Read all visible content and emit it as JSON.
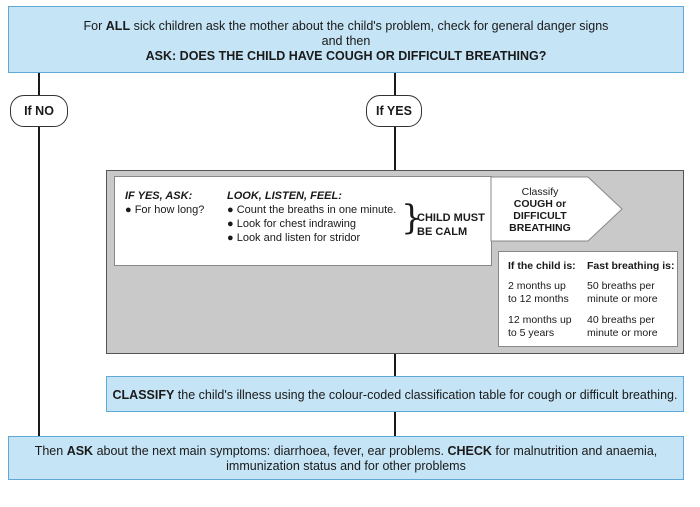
{
  "top": {
    "line1_pre": "For ",
    "line1_bold": "ALL",
    "line1_post": " sick children ask the mother about the child's problem, check for general danger signs",
    "line2": "and then",
    "line3": "ASK: DOES THE CHILD HAVE COUGH OR DIFFICULT BREATHING?"
  },
  "if_no": "If NO",
  "if_yes": "If YES",
  "panel": {
    "ask_header": "IF YES, ASK:",
    "ask_items": [
      "For how long?"
    ],
    "look_header": "LOOK, LISTEN, FEEL:",
    "look_items": [
      "Count the breaths in one minute.",
      "Look for chest indrawing",
      "Look and listen for stridor"
    ],
    "calm_line1": "CHILD MUST",
    "calm_line2": "BE CALM"
  },
  "classify_arrow": {
    "line1": "Classify",
    "line2": "COUGH or",
    "line3": "DIFFICULT",
    "line4": "BREATHING"
  },
  "breath_table": {
    "header_age": "If the child is:",
    "header_rate": "Fast breathing is:",
    "rows": [
      {
        "age_1": "2 months up",
        "age_2": "to 12 months",
        "rate_1": "50 breaths per",
        "rate_2": "minute or more"
      },
      {
        "age_1": "12 months up",
        "age_2": "to 5 years",
        "rate_1": "40 breaths per",
        "rate_2": "minute or more"
      }
    ]
  },
  "classify_box": {
    "bold": "CLASSIFY",
    "rest": " the child's illness using the colour-coded classification table for cough or difficult breathing."
  },
  "bottom": {
    "pre": "Then ",
    "ask_bold": "ASK",
    "mid": " about the next main symptoms: diarrhoea, fever, ear problems. ",
    "check_bold": "CHECK",
    "post": " for malnutrition and anaemia,",
    "line2": "immunization status and for other problems"
  },
  "colors": {
    "box_fill": "#c5e4f5",
    "box_border": "#5fa9d8",
    "grey_fill": "#c9c9c9"
  }
}
